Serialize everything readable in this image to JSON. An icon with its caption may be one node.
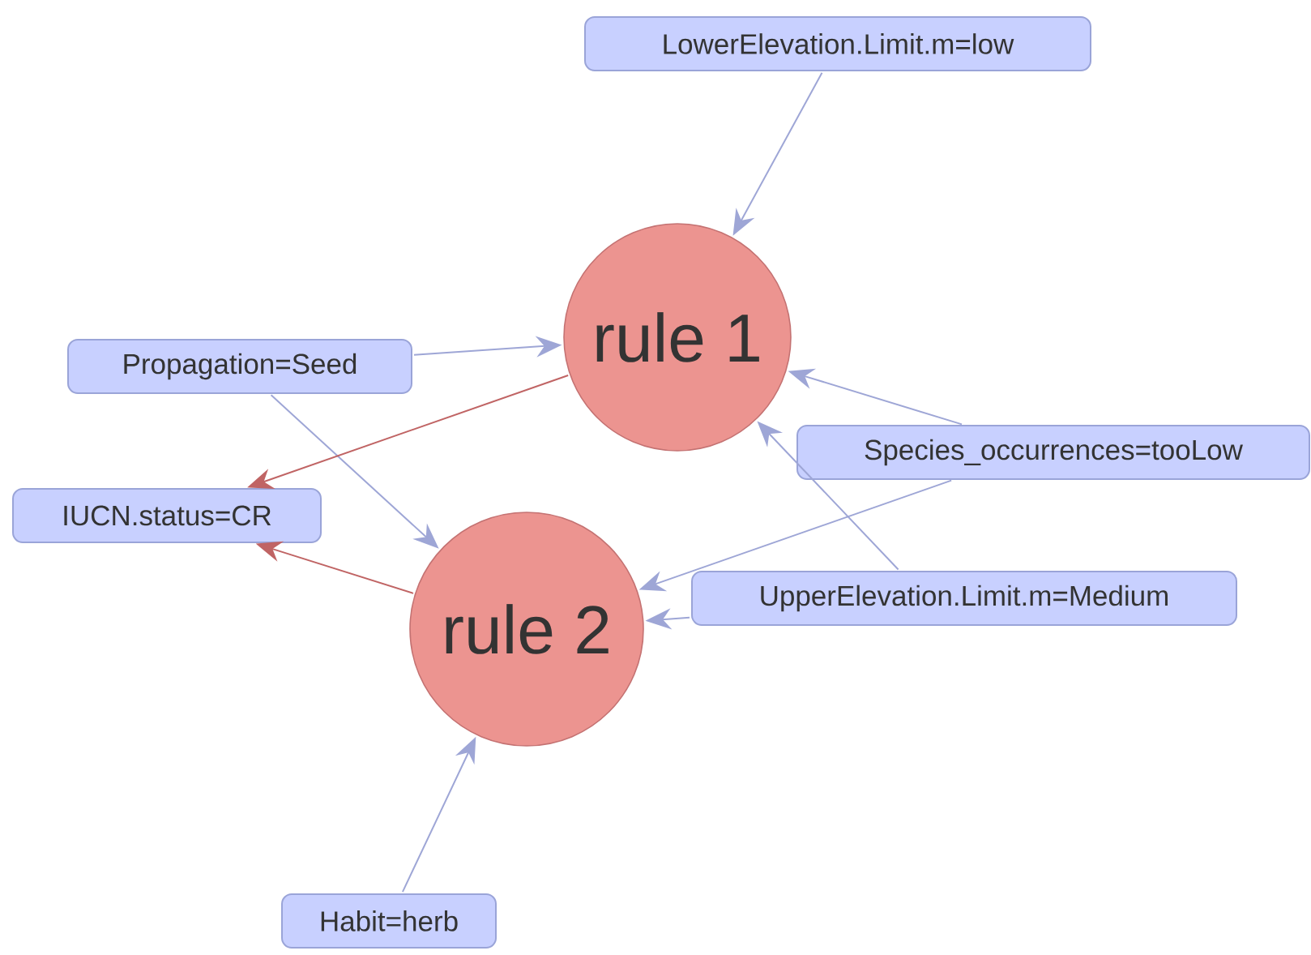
{
  "diagram": {
    "nodes": [
      {
        "text": [
          "rule 1"
        ]
      },
      {
        "text": [
          "rule 2"
        ]
      },
      {
        "text": [
          "LowerElevation.Limit.m=low"
        ]
      },
      {
        "text": [
          "Propagation=Seed"
        ]
      },
      {
        "text": [
          "IUCN.status=CR"
        ]
      },
      {
        "text": [
          "Species_occurrences=tooLow"
        ]
      },
      {
        "text": [
          "UpperElevation.Limit.m=Medium"
        ]
      },
      {
        "text": [
          "Habit=herb"
        ]
      }
    ],
    "edges": [
      {
        "from": 2,
        "to": 0,
        "arrow": "to"
      },
      {
        "from": 3,
        "to": 0,
        "arrow": "to"
      },
      {
        "from": 3,
        "to": 1,
        "arrow": "to"
      },
      {
        "from": 5,
        "to": 0,
        "arrow": "to"
      },
      {
        "from": 5,
        "to": 1,
        "arrow": "to"
      },
      {
        "from": 6,
        "to": 0,
        "arrow": "to"
      },
      {
        "from": 6,
        "to": 1,
        "arrow": "to"
      },
      {
        "from": 7,
        "to": 1,
        "arrow": "to"
      },
      {
        "from": 0,
        "to": 4,
        "arrow": "to",
        "color": "#c06464"
      },
      {
        "from": 1,
        "to": 4,
        "arrow": "to",
        "color": "#c06464"
      }
    ]
  }
}
